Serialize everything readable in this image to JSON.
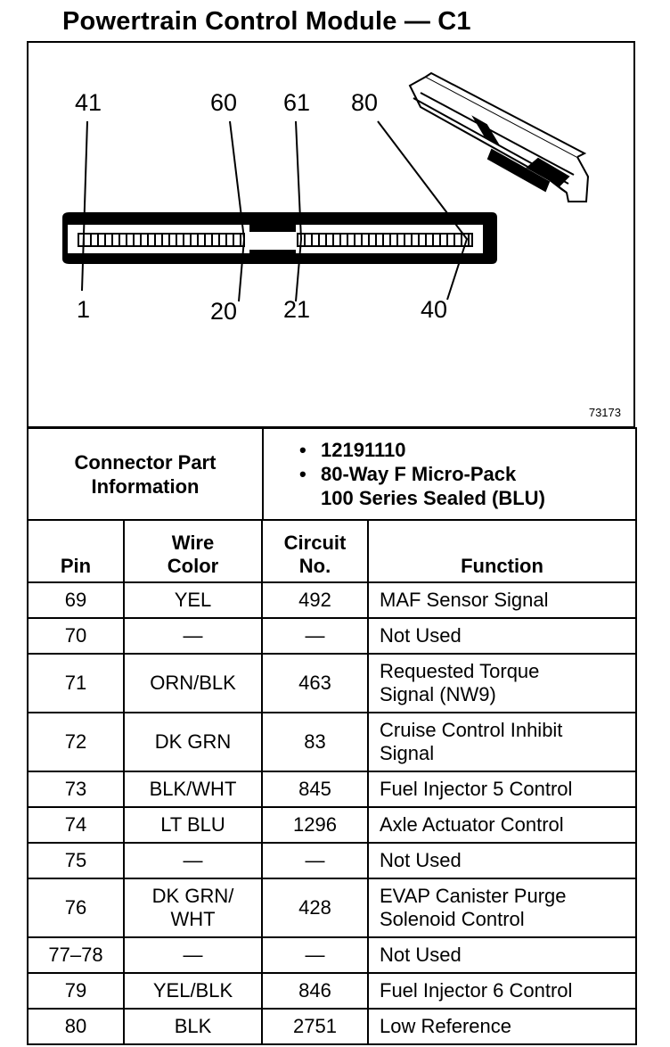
{
  "title": "Powertrain Control Module — C1",
  "diagram": {
    "pin_labels": {
      "top_left": "41",
      "top_mid_left": "60",
      "top_mid_right": "61",
      "top_right": "80",
      "bottom_left": "1",
      "bottom_mid_left": "20",
      "bottom_mid_right": "21",
      "bottom_right": "40"
    },
    "figure_number": "73173"
  },
  "connector_info": {
    "label_line1": "Connector Part",
    "label_line2": "Information",
    "items": [
      "12191110",
      "80-Way F Micro-Pack",
      "100 Series Sealed (BLU)"
    ],
    "bullet": "•"
  },
  "table": {
    "headers": {
      "pin": "Pin",
      "wire_color_line1": "Wire",
      "wire_color_line2": "Color",
      "circuit_line1": "Circuit",
      "circuit_line2": "No.",
      "function": "Function"
    },
    "rows": [
      {
        "pin": "69",
        "wire": "YEL",
        "wire2": "",
        "circuit": "492",
        "func": "MAF Sensor Signal",
        "func2": ""
      },
      {
        "pin": "70",
        "wire": "—",
        "wire2": "",
        "circuit": "—",
        "func": "Not Used",
        "func2": ""
      },
      {
        "pin": "71",
        "wire": "ORN/BLK",
        "wire2": "",
        "circuit": "463",
        "func": "Requested Torque",
        "func2": "Signal (NW9)"
      },
      {
        "pin": "72",
        "wire": "DK GRN",
        "wire2": "",
        "circuit": "83",
        "func": "Cruise Control Inhibit",
        "func2": "Signal"
      },
      {
        "pin": "73",
        "wire": "BLK/WHT",
        "wire2": "",
        "circuit": "845",
        "func": "Fuel Injector 5 Control",
        "func2": ""
      },
      {
        "pin": "74",
        "wire": "LT BLU",
        "wire2": "",
        "circuit": "1296",
        "func": "Axle Actuator Control",
        "func2": ""
      },
      {
        "pin": "75",
        "wire": "—",
        "wire2": "",
        "circuit": "—",
        "func": "Not Used",
        "func2": ""
      },
      {
        "pin": "76",
        "wire": "DK GRN/",
        "wire2": "WHT",
        "circuit": "428",
        "func": "EVAP Canister Purge",
        "func2": "Solenoid Control"
      },
      {
        "pin": "77–78",
        "wire": "—",
        "wire2": "",
        "circuit": "—",
        "func": "Not Used",
        "func2": ""
      },
      {
        "pin": "79",
        "wire": "YEL/BLK",
        "wire2": "",
        "circuit": "846",
        "func": "Fuel Injector 6 Control",
        "func2": ""
      },
      {
        "pin": "80",
        "wire": "BLK",
        "wire2": "",
        "circuit": "2751",
        "func": "Low Reference",
        "func2": ""
      }
    ]
  }
}
